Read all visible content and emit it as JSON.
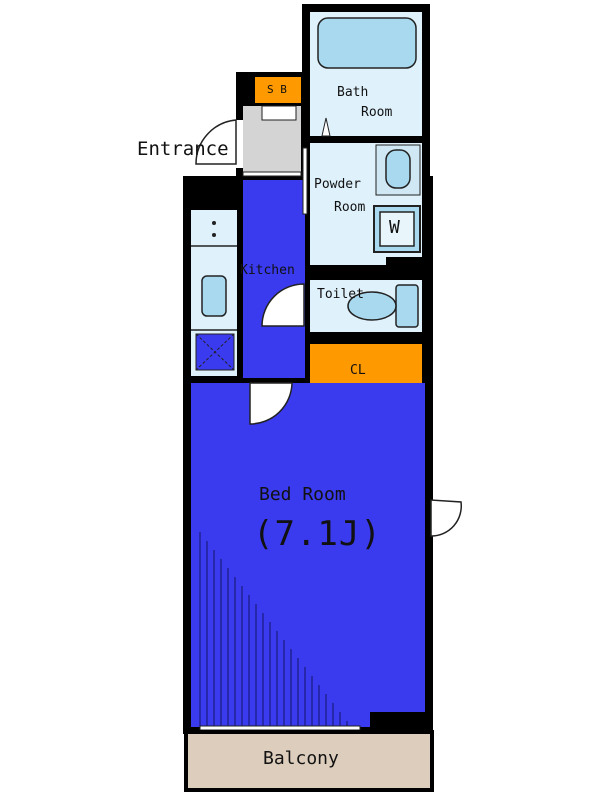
{
  "colors": {
    "wall": "#000000",
    "blue_room": "#3a3aee",
    "wet_room": "#dff1fb",
    "storage": "#ff9900",
    "entrance_floor": "#d4d4d4",
    "balcony": "#ddcdbd",
    "fixture": "#a9d9ef"
  },
  "labels": {
    "entrance": "Entrance",
    "sb": "S B",
    "bath_1": "Bath",
    "bath_2": "Room",
    "powder_1": "Powder",
    "powder_2": "Room",
    "washer": "W",
    "kitchen": "Kitchen",
    "toilet": "Toilet",
    "closet": "CL",
    "bedroom": "Bed Room",
    "bedroom_size": "(7.1J)",
    "balcony": "Balcony"
  }
}
